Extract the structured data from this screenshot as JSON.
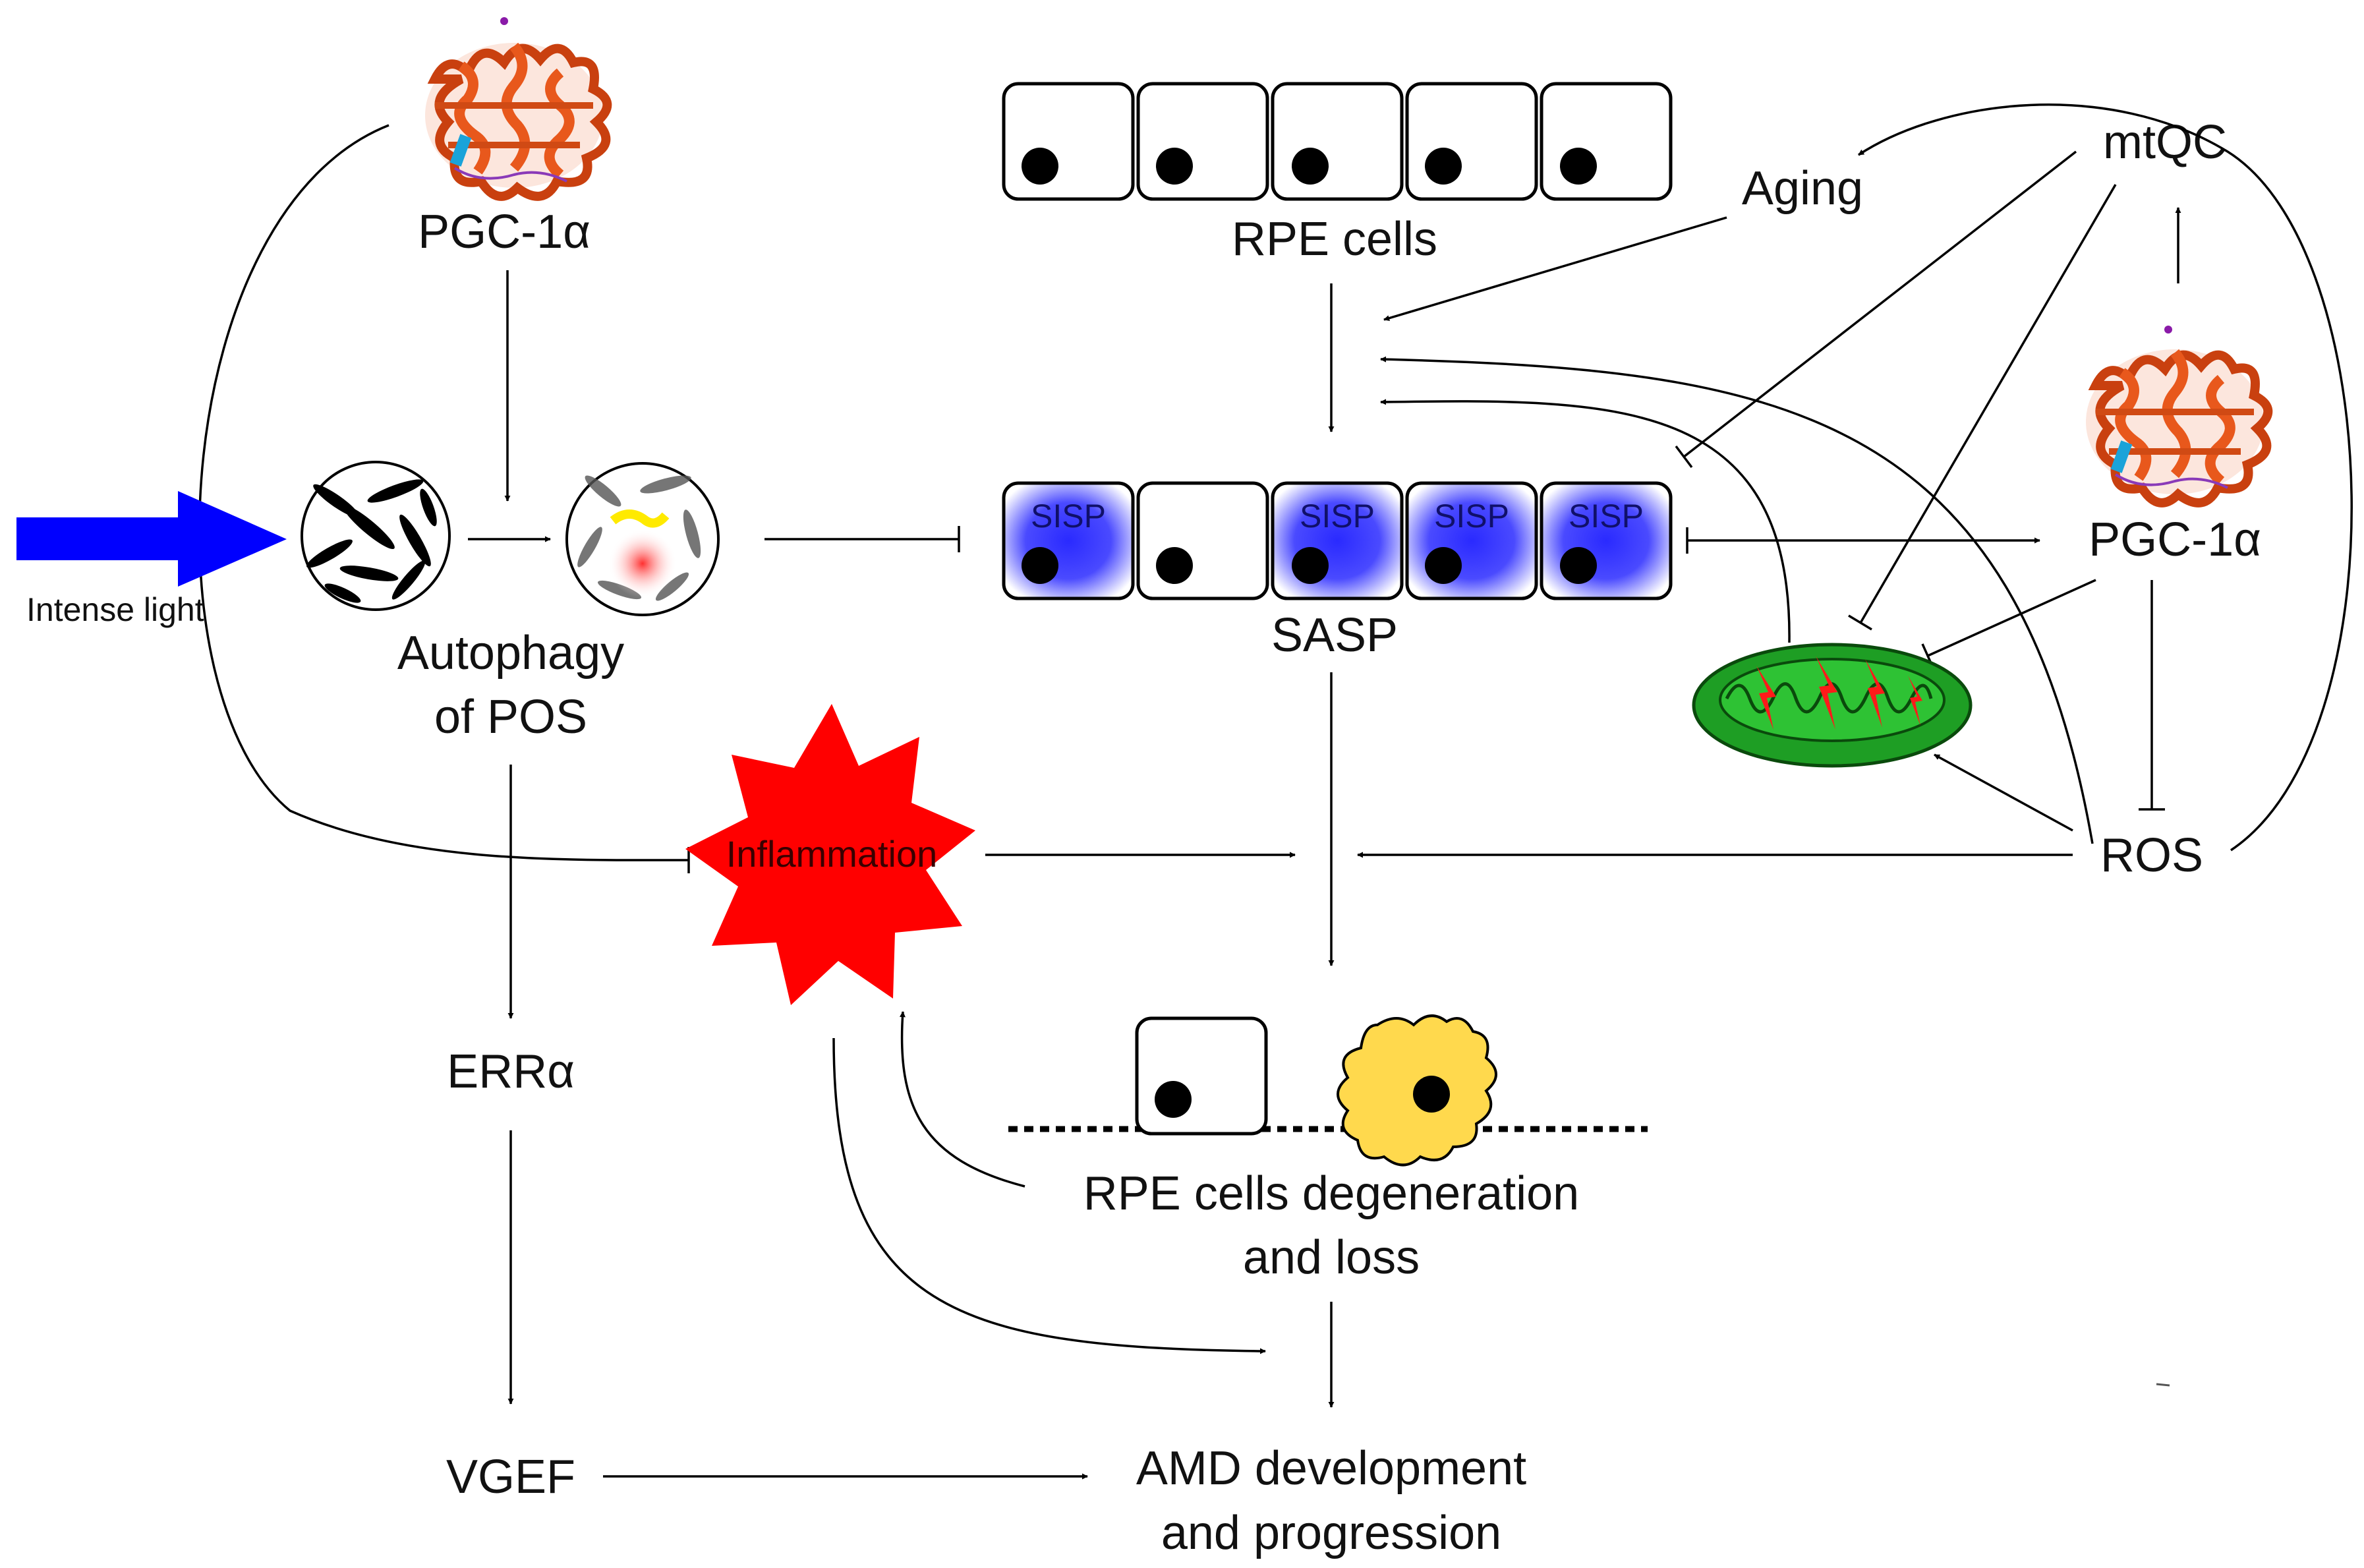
{
  "labels": {
    "pgc_left": "PGC-1α",
    "pgc_right": "PGC-1α",
    "rpe_cells": "RPE cells",
    "aging": "Aging",
    "mtqc": "mtQC",
    "intense_light": "Intense light",
    "autophagy_line1": "Autophagy",
    "autophagy_line2": "of POS",
    "sasp": "SASP",
    "sisp": "SISP",
    "inflammation": "Inflammation",
    "ros": "ROS",
    "erra": "ERRα",
    "vgef": "VGEF",
    "degeneration_line1": "RPE cells degeneration",
    "degeneration_line2": "and loss",
    "amd_line1": "AMD development",
    "amd_line2": "and progression"
  },
  "colors": {
    "light_arrow": "#0000ff",
    "inflammation": "#ff0000",
    "sisp_glow": "#3232ff",
    "mitochondrion": "#1e9e24",
    "mito_damage": "#ff1a1a",
    "macrophage": "#ffd94d",
    "protein": "#e8581c"
  },
  "icons": {
    "protein": "protein-ribbon-icon",
    "mitochondrion": "mitochondrion-icon",
    "macrophage": "macrophage-icon"
  }
}
